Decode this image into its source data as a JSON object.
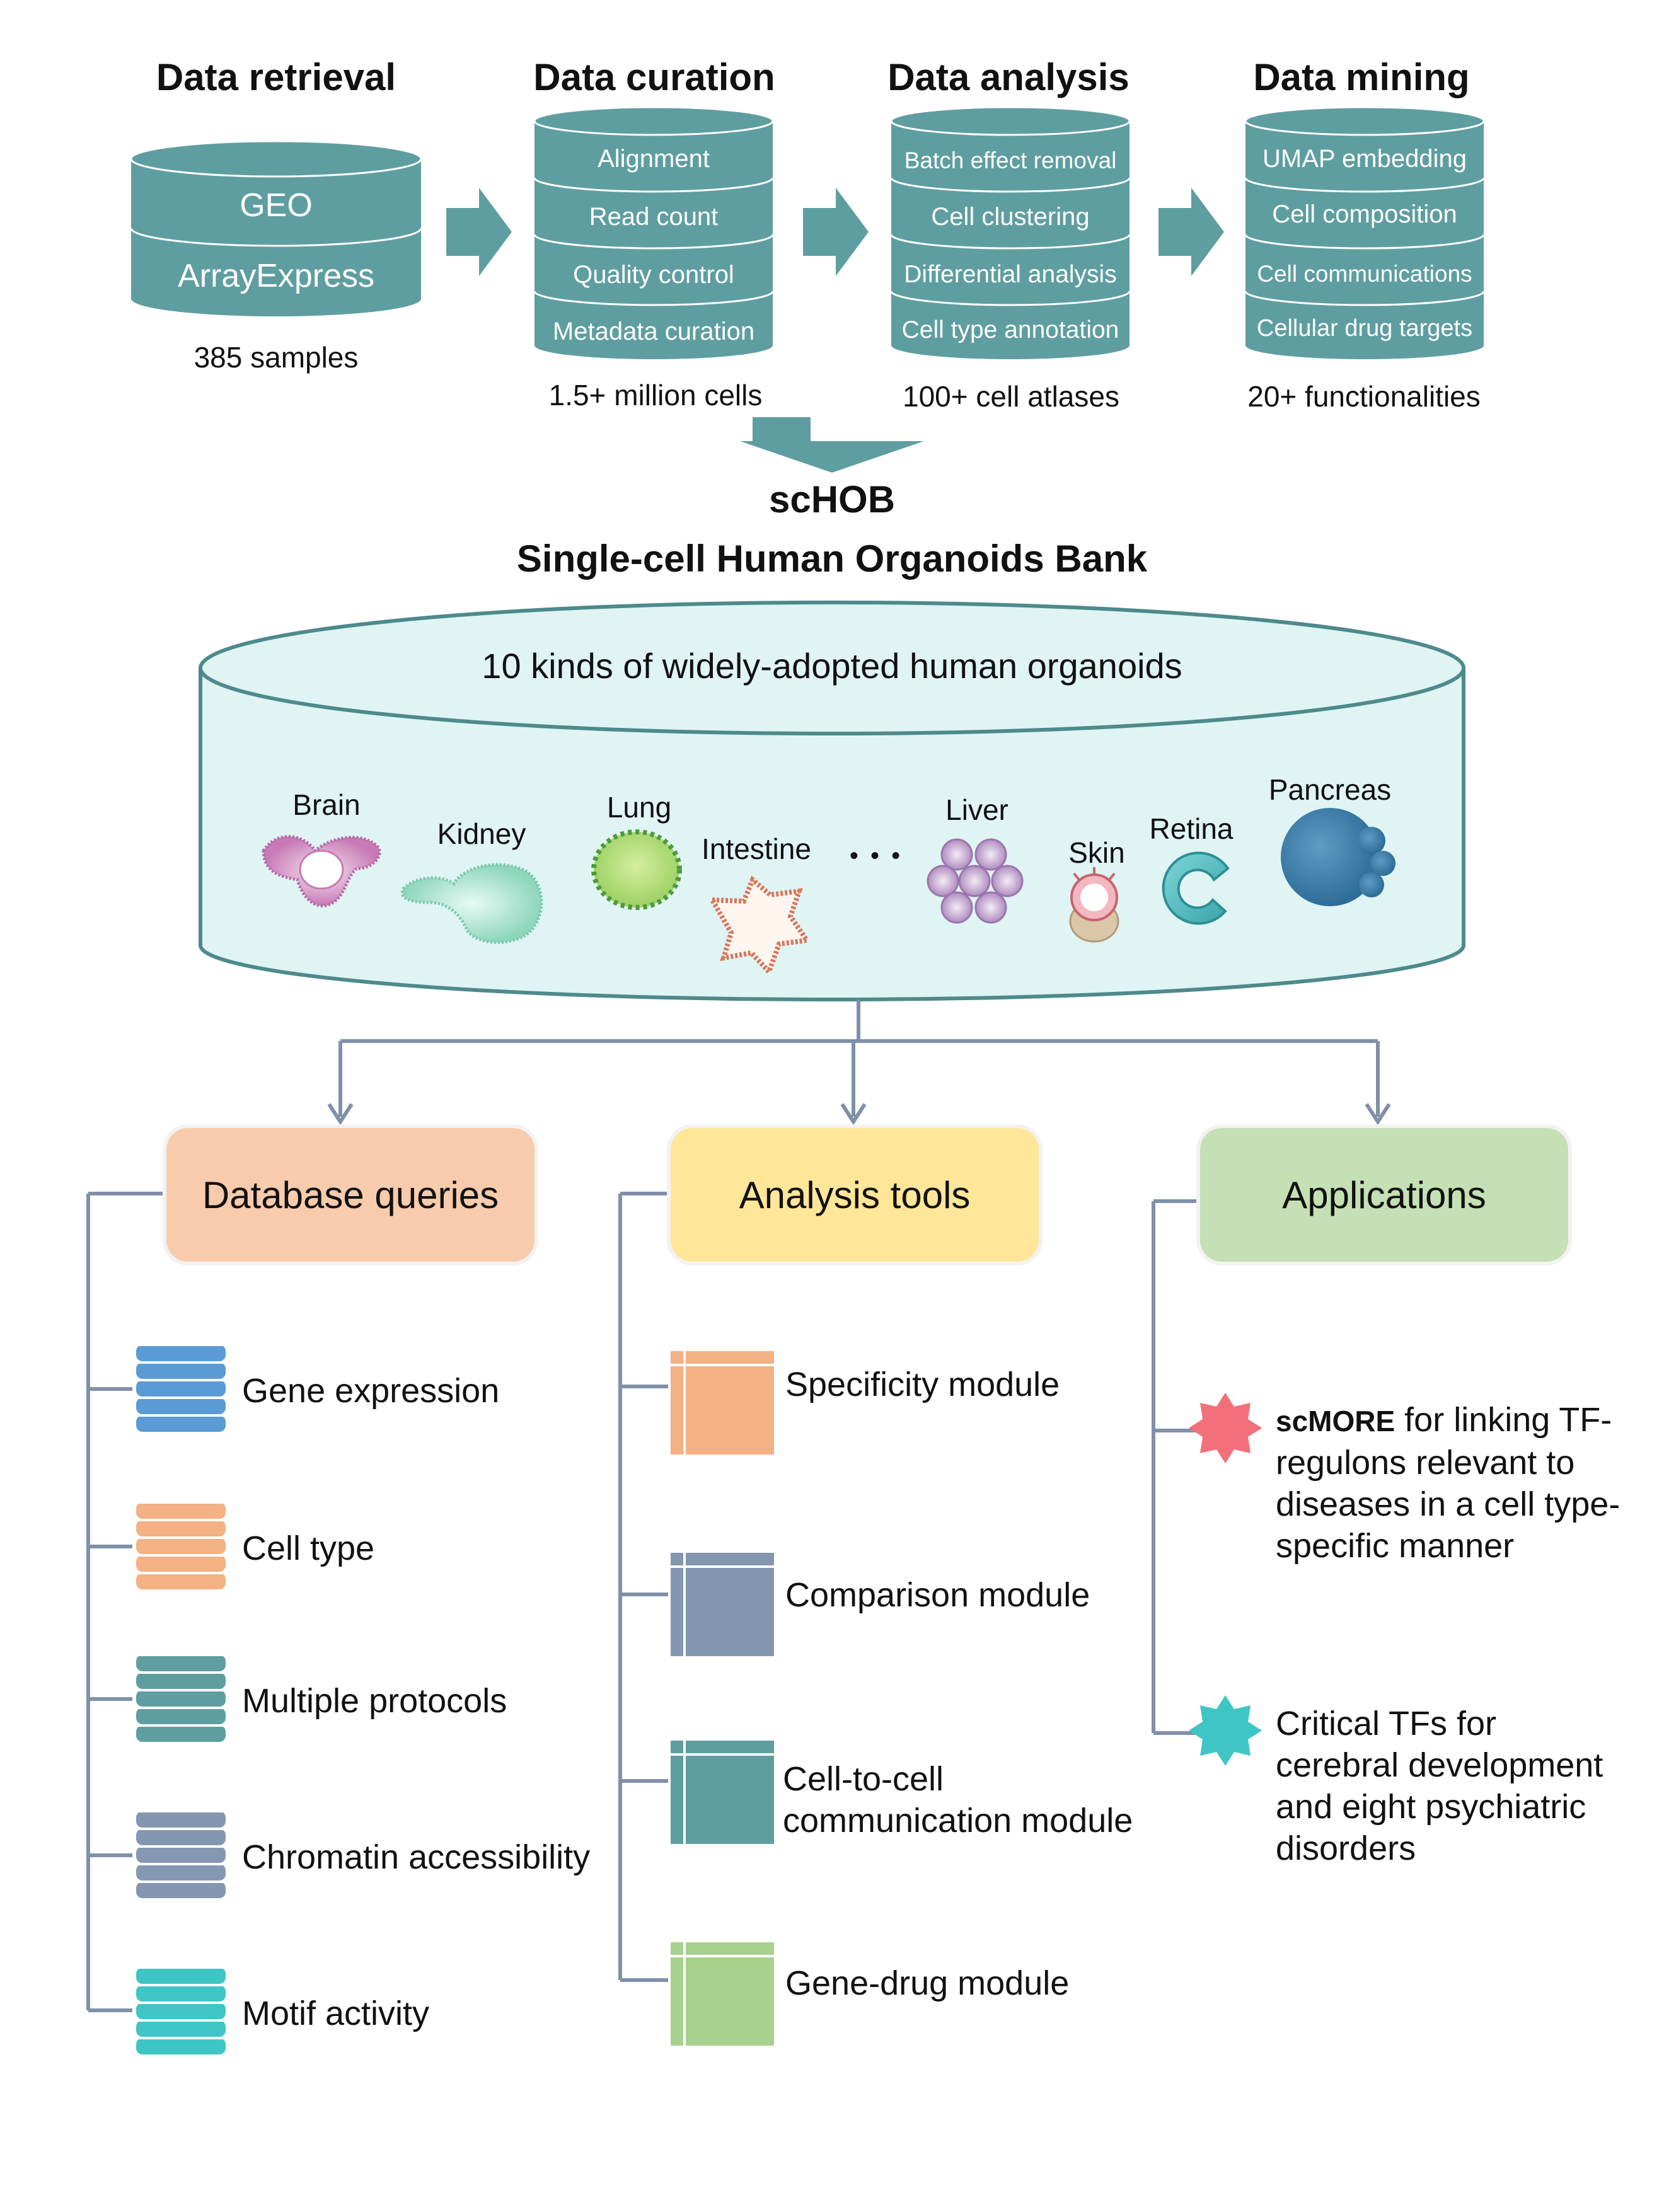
{
  "pipeline": [
    {
      "title": "Data retrieval",
      "layers": [
        "GEO",
        "ArrayExpress"
      ],
      "caption": "385 samples"
    },
    {
      "title": "Data curation",
      "layers": [
        "Alignment",
        "Read count",
        "Quality control",
        "Metadata curation"
      ],
      "caption": "1.5+ million cells"
    },
    {
      "title": "Data analysis",
      "layers": [
        "Batch effect removal",
        "Cell clustering",
        "Differential analysis",
        "Cell type annotation"
      ],
      "caption": "100+ cell atlases"
    },
    {
      "title": "Data mining",
      "layers": [
        "UMAP embedding",
        "Cell composition",
        "Cell communications",
        "Cellular drug targets"
      ],
      "caption": "20+ functionalities"
    }
  ],
  "bank": {
    "name": "scHOB",
    "full_name": "Single-cell Human Organoids Bank",
    "subtitle": "10 kinds of widely-adopted human organoids",
    "organoids": [
      "Brain",
      "Kidney",
      "Lung",
      "Intestine",
      "Liver",
      "Skin",
      "Retina",
      "Pancreas"
    ],
    "ellipsis": "• • •"
  },
  "categories": {
    "queries": {
      "label": "Database queries",
      "items": [
        "Gene expression",
        "Cell type",
        "Multiple protocols",
        "Chromatin accessibility",
        "Motif activity"
      ]
    },
    "tools": {
      "label": "Analysis tools",
      "items": [
        {
          "line1": "Specificity module"
        },
        {
          "line1": "Comparison module"
        },
        {
          "line1": "Cell-to-cell",
          "line2": "communication module"
        },
        {
          "line1": "Gene-drug module"
        }
      ]
    },
    "applications": {
      "label": "Applications",
      "items": [
        {
          "bold": "scMORE",
          "text": " for linking TF-regulons relevant to diseases in a cell type-specific manner"
        },
        {
          "bold": "",
          "text": "Critical TFs for cerebral development and eight psychiatric disorders"
        }
      ]
    }
  },
  "colors": {
    "teal": "#5f9ea0",
    "teal_dark": "#4a8a8c",
    "bank_fill": "#e0f4f4",
    "bank_stroke": "#4d8a8c",
    "connector": "#8090aa",
    "queries_box": "#f8cbad",
    "tools_box": "#ffe699",
    "applications_box": "#c5e0b4",
    "db_icons": [
      "#5b9bd5",
      "#f4b183",
      "#5f9ea0",
      "#8497b0",
      "#3ec6c6"
    ],
    "tool_icons": [
      "#f4b183",
      "#8497b0",
      "#5f9ea0",
      "#a9d18e"
    ],
    "app_badges": [
      "#f2707a",
      "#3ec6c6"
    ]
  }
}
